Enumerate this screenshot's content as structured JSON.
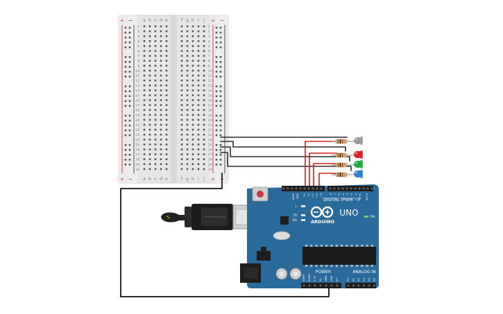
{
  "breadboard": {
    "columns_left": [
      "a",
      "b",
      "c",
      "d",
      "e"
    ],
    "columns_right": [
      "f",
      "g",
      "h",
      "i",
      "j"
    ],
    "rows": [
      "1",
      "2",
      "3",
      "4",
      "5",
      "6",
      "7",
      "8",
      "9",
      "10",
      "11",
      "12",
      "13",
      "14",
      "15",
      "16",
      "17",
      "18",
      "19",
      "20",
      "21",
      "22",
      "23",
      "24",
      "25",
      "26",
      "27",
      "28",
      "29",
      "30"
    ],
    "rail_plus": "+",
    "rail_minus": "−"
  },
  "arduino": {
    "brand": "ARDUINO",
    "model": "UNO",
    "on_label": "ON",
    "digital_header": "DIGITAL (PWM ~)",
    "power_header": "POWER",
    "analog_header": "ANALOG IN",
    "led_l": "L",
    "led_tx": "TX",
    "led_rx": "RX",
    "digital_pins": [
      "AREF",
      "GND",
      "13",
      "12",
      "~11",
      "~10",
      "~9",
      "8",
      "7",
      "~6",
      "~5",
      "4",
      "~3",
      "2",
      "TX→1",
      "RX←0"
    ],
    "power_pins": [
      "IOREF",
      "RESET",
      "3.3V",
      "5V",
      "GND",
      "GND",
      "Vin"
    ],
    "analog_pins": [
      "A0",
      "A1",
      "A2",
      "A3",
      "A4",
      "A5"
    ]
  },
  "leds": [
    {
      "color": "#9a9a9a",
      "name": "white"
    },
    {
      "color": "#e0202a",
      "name": "red"
    },
    {
      "color": "#22a83a",
      "name": "green"
    },
    {
      "color": "#2a7fd0",
      "name": "blue"
    }
  ],
  "colors": {
    "board_blue": "#2a6b9c",
    "breadboard_body": "#e8e8e8",
    "rail_red": "#d43c3c",
    "wire_black": "#222222",
    "wire_red": "#d11f1f"
  }
}
